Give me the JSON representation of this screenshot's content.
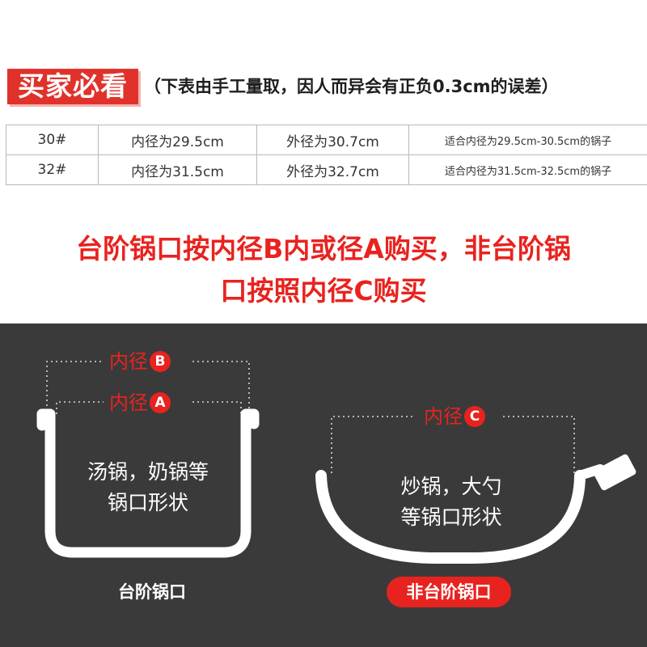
{
  "header": {
    "badge": "买家必看",
    "note": "（下表由手工量取，因人而异会有正负0.3cm的误差）"
  },
  "size_table": {
    "rows": [
      {
        "size": "30#",
        "inner": "内径为29.5cm",
        "outer": "外径为30.7cm",
        "fit": "适合内径为29.5cm-30.5cm的锅子"
      },
      {
        "size": "32#",
        "inner": "内径为31.5cm",
        "outer": "外径为32.7cm",
        "fit": "适合内径为31.5cm-32.5cm的锅子"
      }
    ]
  },
  "headline": {
    "line1": "台阶锅口按内径B内或径A购买，非台阶锅",
    "line2": "口按照内径C购买"
  },
  "diagram": {
    "colors": {
      "accent": "#e8231f",
      "background": "#3a3a3a",
      "pot": "#ffffff"
    },
    "label_text": "内径",
    "stepped": {
      "label_b_letter": "B",
      "label_a_letter": "A",
      "text_line1": "汤锅，奶锅等",
      "text_line2": "锅口形状",
      "caption": "台阶锅口"
    },
    "non_stepped": {
      "label_c_letter": "C",
      "text_line1": "炒锅，大勺",
      "text_line2": "等锅口形状",
      "caption": "非台阶锅口"
    }
  }
}
